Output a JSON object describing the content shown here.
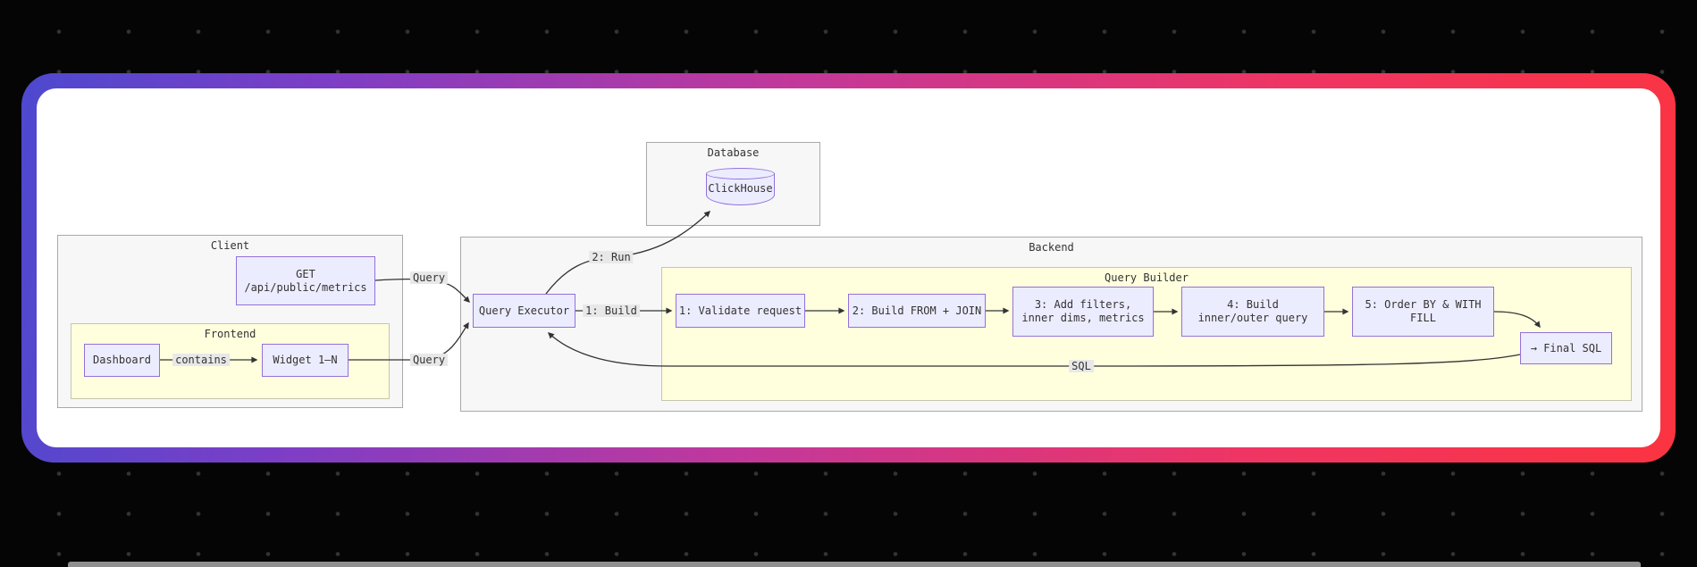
{
  "diagram": {
    "clusters": {
      "database": {
        "label": "Database"
      },
      "client": {
        "label": "Client"
      },
      "frontend": {
        "label": "Frontend"
      },
      "backend": {
        "label": "Backend"
      },
      "query_builder": {
        "label": "Query Builder"
      }
    },
    "nodes": {
      "clickhouse": {
        "label": "ClickHouse"
      },
      "get_endpoint": {
        "line1": "GET",
        "line2": "/api/public/metrics"
      },
      "dashboard": {
        "label": "Dashboard"
      },
      "widget": {
        "label": "Widget 1–N"
      },
      "query_executor": {
        "label": "Query Executor"
      },
      "step1": {
        "label": "1: Validate request"
      },
      "step2": {
        "label": "2: Build FROM + JOIN"
      },
      "step3": {
        "line1": "3: Add filters,",
        "line2": "inner dims, metrics"
      },
      "step4": {
        "line1": "4: Build",
        "line2": "inner/outer query"
      },
      "step5": {
        "line1": "5: Order BY & WITH",
        "line2": "FILL"
      },
      "final_sql": {
        "label": "→ Final SQL"
      }
    },
    "edge_labels": {
      "query_get": "Query",
      "query_widget": "Query",
      "run": "2: Run",
      "build": "1: Build",
      "sql": "SQL",
      "contains": "contains"
    }
  },
  "colors": {
    "background": "#050505",
    "canvas": "#ffffff",
    "node_fill": "#ECECFF",
    "node_border": "#9370DB",
    "cluster_fill": "#f7f7f8",
    "cluster_alt_fill": "#ffffde",
    "cluster_border": "#a9a9a9",
    "edge": "#333333",
    "edge_label_bg": "#e8e8e8",
    "frame_gradient_start": "#4d49cf",
    "frame_gradient_mid": "#c2389b",
    "frame_gradient_end": "#fb3441"
  }
}
